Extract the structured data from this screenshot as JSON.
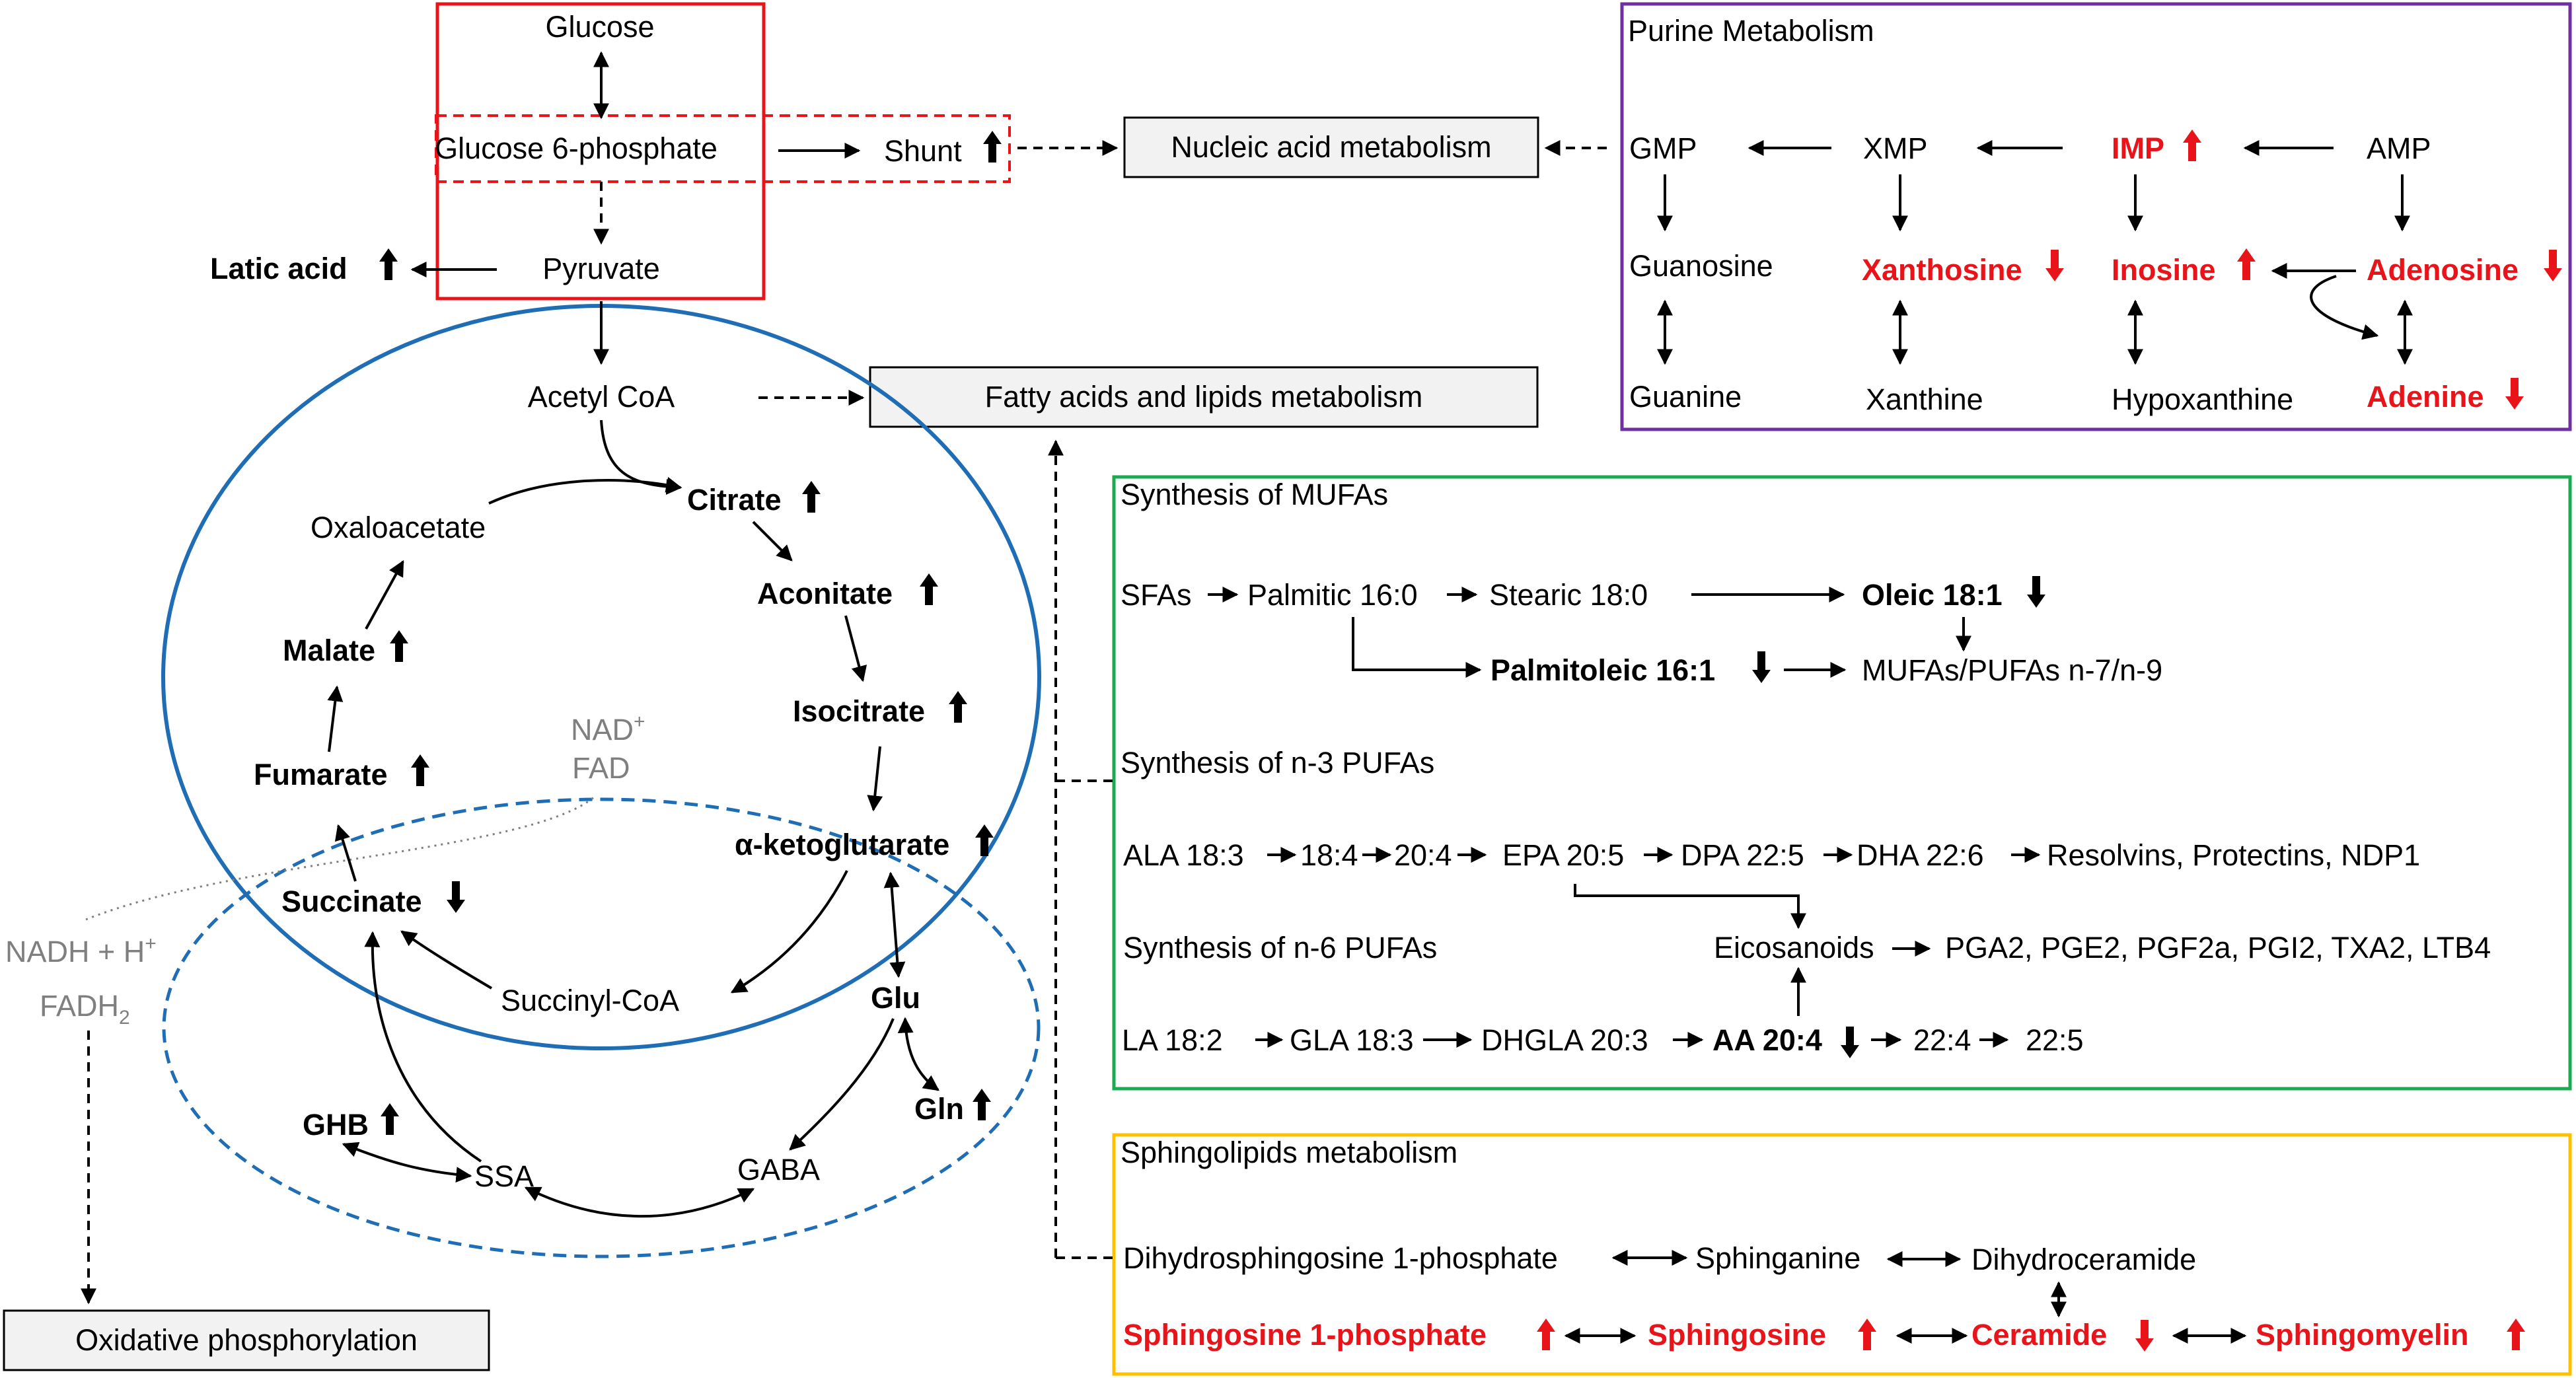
{
  "colors": {
    "up_black": "#000000",
    "red": "#e8141a",
    "blue": "#1f6db5",
    "purple": "#7030a0",
    "green": "#1aab50",
    "orange": "#ffc000",
    "gray_text": "#7f7f7f",
    "box_fill": "#f2f2f2"
  },
  "glycolysis": {
    "glucose": "Glucose",
    "g6p": "Glucose 6-phosphate",
    "shunt": "Shunt",
    "pyruvate": "Pyruvate",
    "latic_acid": "Latic acid"
  },
  "boxes": {
    "nucleic": "Nucleic acid metabolism",
    "fatty": "Fatty acids and lipids metabolism",
    "oxphos": "Oxidative phosphorylation"
  },
  "tca": {
    "acetyl_coa": "Acetyl CoA",
    "citrate": "Citrate",
    "aconitate": "Aconitate",
    "isocitrate": "Isocitrate",
    "akg": "α-ketoglutarate",
    "succinyl_coa": "Succinyl-CoA",
    "succinate": "Succinate",
    "fumarate": "Fumarate",
    "malate": "Malate",
    "oxaloacetate": "Oxaloacetate",
    "nad": "NAD",
    "nad_sup": "+",
    "fad": "FAD",
    "nadh": "NADH + H",
    "nadh_sup": "+",
    "fadh": "FADH",
    "fadh_sub": "2"
  },
  "gaba_shunt": {
    "glu": "Glu",
    "gln": "Gln",
    "gaba": "GABA",
    "ssa": "SSA",
    "ghb": "GHB"
  },
  "purine": {
    "title": "Purine Metabolism",
    "gmp": "GMP",
    "xmp": "XMP",
    "imp": "IMP",
    "amp": "AMP",
    "guanosine": "Guanosine",
    "xanthosine": "Xanthosine",
    "inosine": "Inosine",
    "adenosine": "Adenosine",
    "guanine": "Guanine",
    "xanthine": "Xanthine",
    "hypoxanthine": "Hypoxanthine",
    "adenine": "Adenine"
  },
  "mufa": {
    "title": "Synthesis of MUFAs",
    "sfas": "SFAs",
    "palmitic": "Palmitic 16:0",
    "stearic": "Stearic 18:0",
    "oleic": "Oleic 18:1",
    "palmitoleic": "Palmitoleic 16:1",
    "mufas_pufas": "MUFAs/PUFAs n-7/n-9"
  },
  "n3": {
    "title": "Synthesis of n-3 PUFAs",
    "ala": "ALA 18:3",
    "c184": "18:4",
    "c204": "20:4",
    "epa": "EPA 20:5",
    "dpa": "DPA 22:5",
    "dha": "DHA 22:6",
    "resolvins": "Resolvins, Protectins, NDP1"
  },
  "n6": {
    "title": "Synthesis of n-6 PUFAs",
    "eicosanoids": "Eicosanoids",
    "prostaglandins": "PGA2, PGE2, PGF2a, PGI2, TXA2, LTB4",
    "la": "LA 18:2",
    "gla": "GLA 18:3",
    "dhgla": "DHGLA 20:3",
    "aa": "AA 20:4",
    "c224": "22:4",
    "c225": "22:5"
  },
  "sphingo": {
    "title": "Sphingolipids metabolism",
    "dhs1p": "Dihydrosphingosine 1-phosphate",
    "sphinganine": "Sphinganine",
    "dihydroceramide": "Dihydroceramide",
    "s1p": "Sphingosine 1-phosphate",
    "sphingosine": "Sphingosine",
    "ceramide": "Ceramide",
    "sphingomyelin": "Sphingomyelin"
  }
}
